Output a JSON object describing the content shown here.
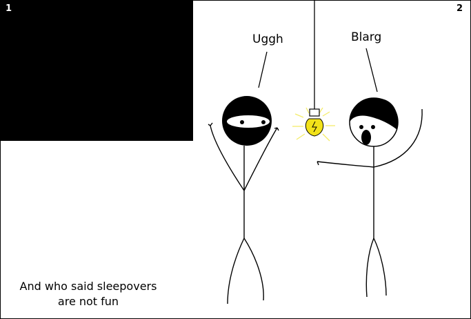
{
  "panels": {
    "panel_1_number": "1",
    "panel_2_number": "2"
  },
  "dialogue": {
    "left_character": "Uggh",
    "right_character": "Blarg"
  },
  "caption": {
    "line1": "And who said sleepovers",
    "line2": "are not fun"
  },
  "colors": {
    "ink": "#000000",
    "paper": "#ffffff",
    "bulb": "#f2e21a",
    "glow": "#f4ec6a"
  }
}
